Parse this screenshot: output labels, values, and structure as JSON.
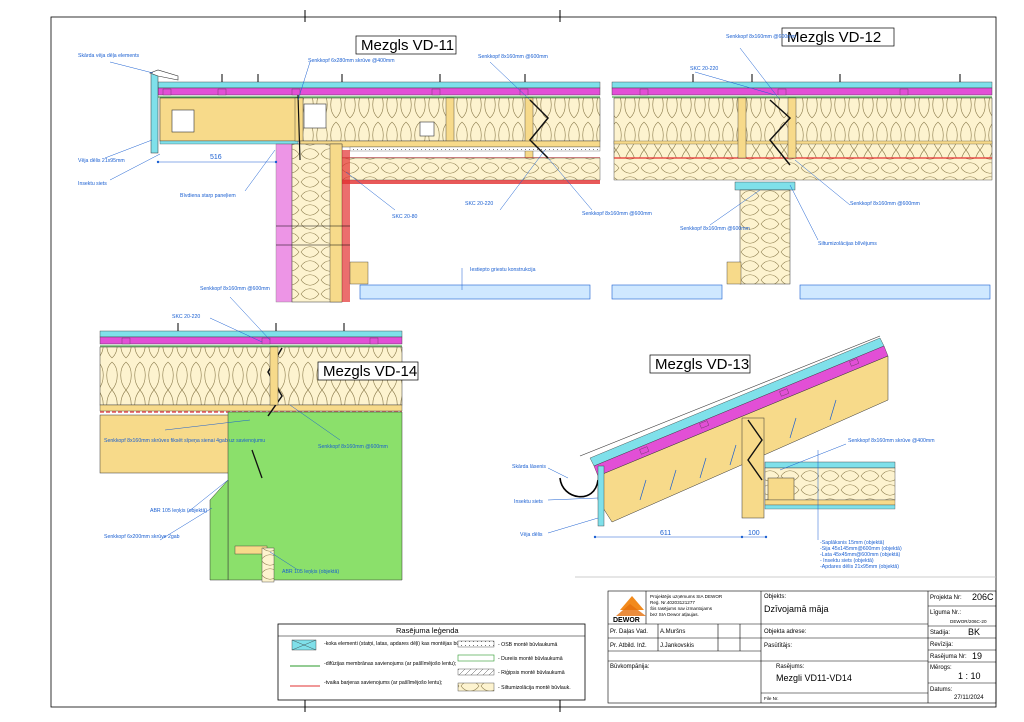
{
  "titles": {
    "vd11": "Mezgls VD-11",
    "vd12": "Mezgls VD-12",
    "vd13": "Mezgls VD-13",
    "vd14": "Mezgls VD-14"
  },
  "labels_vd11": {
    "skarda_vejdela": "Skārda vēja dēļa elements",
    "sennkopf_280": "Senkkopf 6x280mm skrūve @400mm",
    "sennkopf_160_top": "Senkkopf 8x160mm @600mm",
    "vejadela": "Vēja dēlis 21x95mm",
    "insektu_siets": "Insektu siets",
    "dim_516": "516",
    "bivdiena": "Bīvdiena starp paneļiem",
    "skc_2080": "SKC 20-80",
    "skc_20220": "SKC 20-220",
    "sennkopf_160_right": "Senkkopf 8x160mm @600mm",
    "iestiepto": "Iestiepto griestu konstrukcija"
  },
  "labels_vd12": {
    "sennkopf_top": "Senkkopf 8x160mm @600mm",
    "skc_20220": "SKC 20-220",
    "sennkopf_left": "Senkkopf 8x160mm @600mm",
    "sennkopf_right": "Senkkopf 8x160mm @600mm",
    "siltumizolacijas": "Siltumizolācijas blīvējums"
  },
  "labels_vd14": {
    "sennkopf_top": "Senkkopf 8x160mm @600mm",
    "skc_20220": "SKC 20-220",
    "sennkopf_skruves": "Senkkopf 8x160mm skrūves fiksēt sīpeņa sienai 4gab uz savienojumu",
    "sennkopf_600": "Senkkopf 8x160mm @600mm",
    "abr_left": "ABR 105 leņķis (objektā)",
    "sennkopf_200": "Senkkopf 6x200mm skrūve 2gab",
    "abr_bottom": "ABR 105 leņķis (objektā)"
  },
  "labels_vd13": {
    "sennkopf": "Senkkopf 8x160mm skrūve @400mm",
    "skarda_lasenis": "Skārda lāsenis",
    "insektu_siets": "Insektu siets",
    "vejadelis": "Vēja dēlis",
    "dim_611": "611",
    "dim_100": "100",
    "notes": [
      "-Saplāksnis 15mm (objektā)",
      "-Sija 45x145mm@600mm (objektā)",
      "-Lata 45x45mm@600mm (objektā)",
      "- Insektu siets (objektā)",
      "-Apdares dēlis 21x95mm (objektā)"
    ]
  },
  "legend": {
    "title": "Rasējuma leģenda",
    "items_left": [
      "-koka elementi (statņi, latas, apdares dēļi) kas montējas būvlaukumā;",
      "-difūzijas membrānas savienojums (ar pašlīmējošo lentu);",
      "-tvaika barjeras savienojums (ar pašlīmējošo lentu);"
    ],
    "items_right": [
      "- OSB montē būvlaukumā",
      "- Dureiis montē būvlaukumā",
      "- Riģipsis montē būvlaukumā",
      "- Siltumizolācija montē būvlauk."
    ]
  },
  "title_block": {
    "company_lines": [
      "Projektējis uzņēmums SIA DEWOR",
      "Reģ. Nr.40203121277",
      "Šis rasējums nav izmantojams",
      "bez SIA Dewor atļaujas."
    ],
    "logo": "DEWOR",
    "objekts_label": "Objekts:",
    "objekts_value": "Dzīvojamā māja",
    "projekta_nr_label": "Projekta Nr:",
    "projekta_nr_value": "206C",
    "liguma_nr_label": "Līguma Nr.:",
    "liguma_nr_value": "DEWOR/206C-20",
    "pr_dalas_vad_label": "Pr. Daļas Vad.",
    "pr_dalas_vad_value": "A.Muršns",
    "pr_atbild_label": "Pr. Atbild. Inž.",
    "pr_atbild_value": "J.Jankovskis",
    "objekta_adrese_label": "Objekta adrese:",
    "pasutitajs_label": "Pasūtītājs:",
    "stadija_label": "Stadija:",
    "stadija_value": "BK",
    "revizija_label": "Revīzija:",
    "rasejuma_nr_label": "Rasējuma Nr:",
    "rasejuma_nr_value": "19",
    "buvkomp_label": "Būvkompānija:",
    "rasejums_label": "Rasējums:",
    "rasejums_value": "Mezgli VD11-VD14",
    "merogs_label": "Mērogs:",
    "merogs_value": "1 : 10",
    "datums_label": "Datums:",
    "datums_value": "27/11/2024",
    "file_label": "File Nr."
  },
  "colors": {
    "wood": "#f7da8a",
    "insulation": "#fdf3cf",
    "membrane": "#e24fd6",
    "cyan": "#7fe0ea",
    "green": "#8be06b",
    "red": "#e23030",
    "annot": "#1a5fd1"
  }
}
